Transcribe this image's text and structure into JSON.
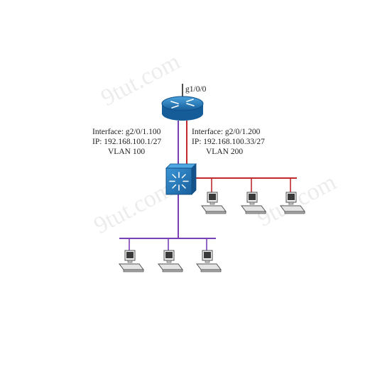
{
  "uplink": {
    "port": "g1/0/0"
  },
  "left_link": {
    "interface": "Interface: g2/0/1.100",
    "ip": "IP: 192.168.100.1/27",
    "vlan": "VLAN 100",
    "color": "#7b3fb5"
  },
  "right_link": {
    "interface": "Interface: g2/0/1.200",
    "ip": "IP: 192.168.100.33/27",
    "vlan": "VLAN 200",
    "color": "#c0292b"
  },
  "watermark": "9tut.com",
  "icons": {
    "router": "router-icon",
    "switch": "multilayer-switch-icon",
    "host": "computer-icon"
  },
  "colors": {
    "device_blue": "#1f6fb2",
    "line_black": "#222222"
  }
}
